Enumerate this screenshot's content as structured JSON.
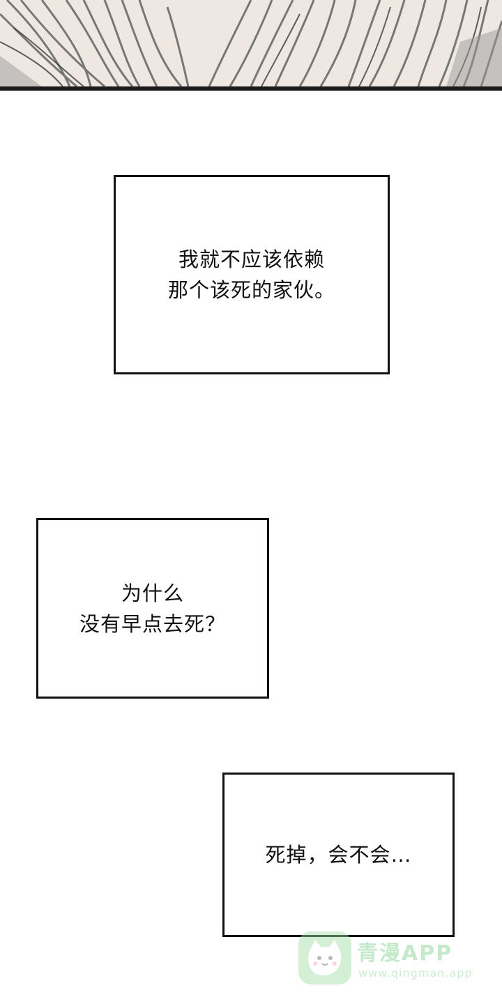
{
  "panels": [
    {
      "text": "我就不应该依赖\n那个该死的家伙。"
    },
    {
      "text": "为什么\n没有早点去死？"
    },
    {
      "text": "死掉，会不会…"
    }
  ],
  "watermark": {
    "title": "青漫APP",
    "url": "www.qingman.app"
  },
  "colors": {
    "border": "#111111",
    "watermark": "#7fd08e"
  }
}
